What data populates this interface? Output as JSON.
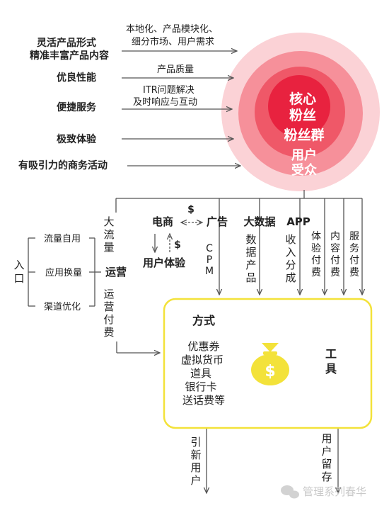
{
  "colors": {
    "accent_red": "#e8223f",
    "ring_light": "#fbd2d6",
    "ring_mid": "#f6909a",
    "box_border": "#f3e23a",
    "coin_yellow": "#f3e23a",
    "line_gray": "#555555"
  },
  "left_items": [
    {
      "label_lines": [
        "灵活产品形式",
        "精准丰富产品内容"
      ],
      "note_lines": [
        "本地化、产品模块化、",
        "细分市场、用户需求"
      ]
    },
    {
      "label_lines": [
        "优良性能"
      ],
      "note_lines": [
        "产品质量"
      ]
    },
    {
      "label_lines": [
        "便捷服务"
      ],
      "note_lines": [
        "ITR问题解决",
        "及时响应与互动"
      ]
    },
    {
      "label_lines": [
        "极致体验"
      ],
      "note_lines": []
    },
    {
      "label_lines": [
        "有吸引力的商务活动"
      ],
      "note_lines": []
    }
  ],
  "circles": {
    "core": [
      "核心",
      "粉丝"
    ],
    "fans": "粉丝群",
    "outer": [
      "用户",
      "受众"
    ]
  },
  "entry": {
    "label": [
      "入",
      "口"
    ],
    "items": [
      "流量自用",
      "应用换量",
      "渠道优化"
    ]
  },
  "ops": {
    "label": "运营",
    "traffic": [
      "大",
      "流",
      "量"
    ],
    "fee": [
      "运",
      "营",
      "付",
      "费"
    ]
  },
  "channels": {
    "ecommerce": "电商",
    "user_experience": "用户体验",
    "dollar": "$",
    "ads": "广告",
    "cpm": [
      "C",
      "P",
      "M"
    ],
    "bigdata": "大数据",
    "data_products": [
      "数",
      "据",
      "产",
      "品"
    ],
    "app": "APP",
    "revenue_share": [
      "收",
      "入",
      "分",
      "成"
    ],
    "experience_fee": [
      "体",
      "验",
      "付",
      "费"
    ],
    "content_fee": [
      "内",
      "容",
      "付",
      "费"
    ],
    "service_fee": [
      "服",
      "务",
      "付",
      "费"
    ]
  },
  "box": {
    "method": "方式",
    "tool": [
      "工",
      "具"
    ],
    "items": [
      "优惠券",
      "虚拟货币",
      "道具",
      "银行卡",
      "送话费等"
    ],
    "coin_symbol": "$"
  },
  "bottom": {
    "new_users": [
      "引",
      "新",
      "用",
      "户"
    ],
    "retention": [
      "用",
      "户",
      "留",
      "存"
    ]
  },
  "watermark": "管理系列春华"
}
